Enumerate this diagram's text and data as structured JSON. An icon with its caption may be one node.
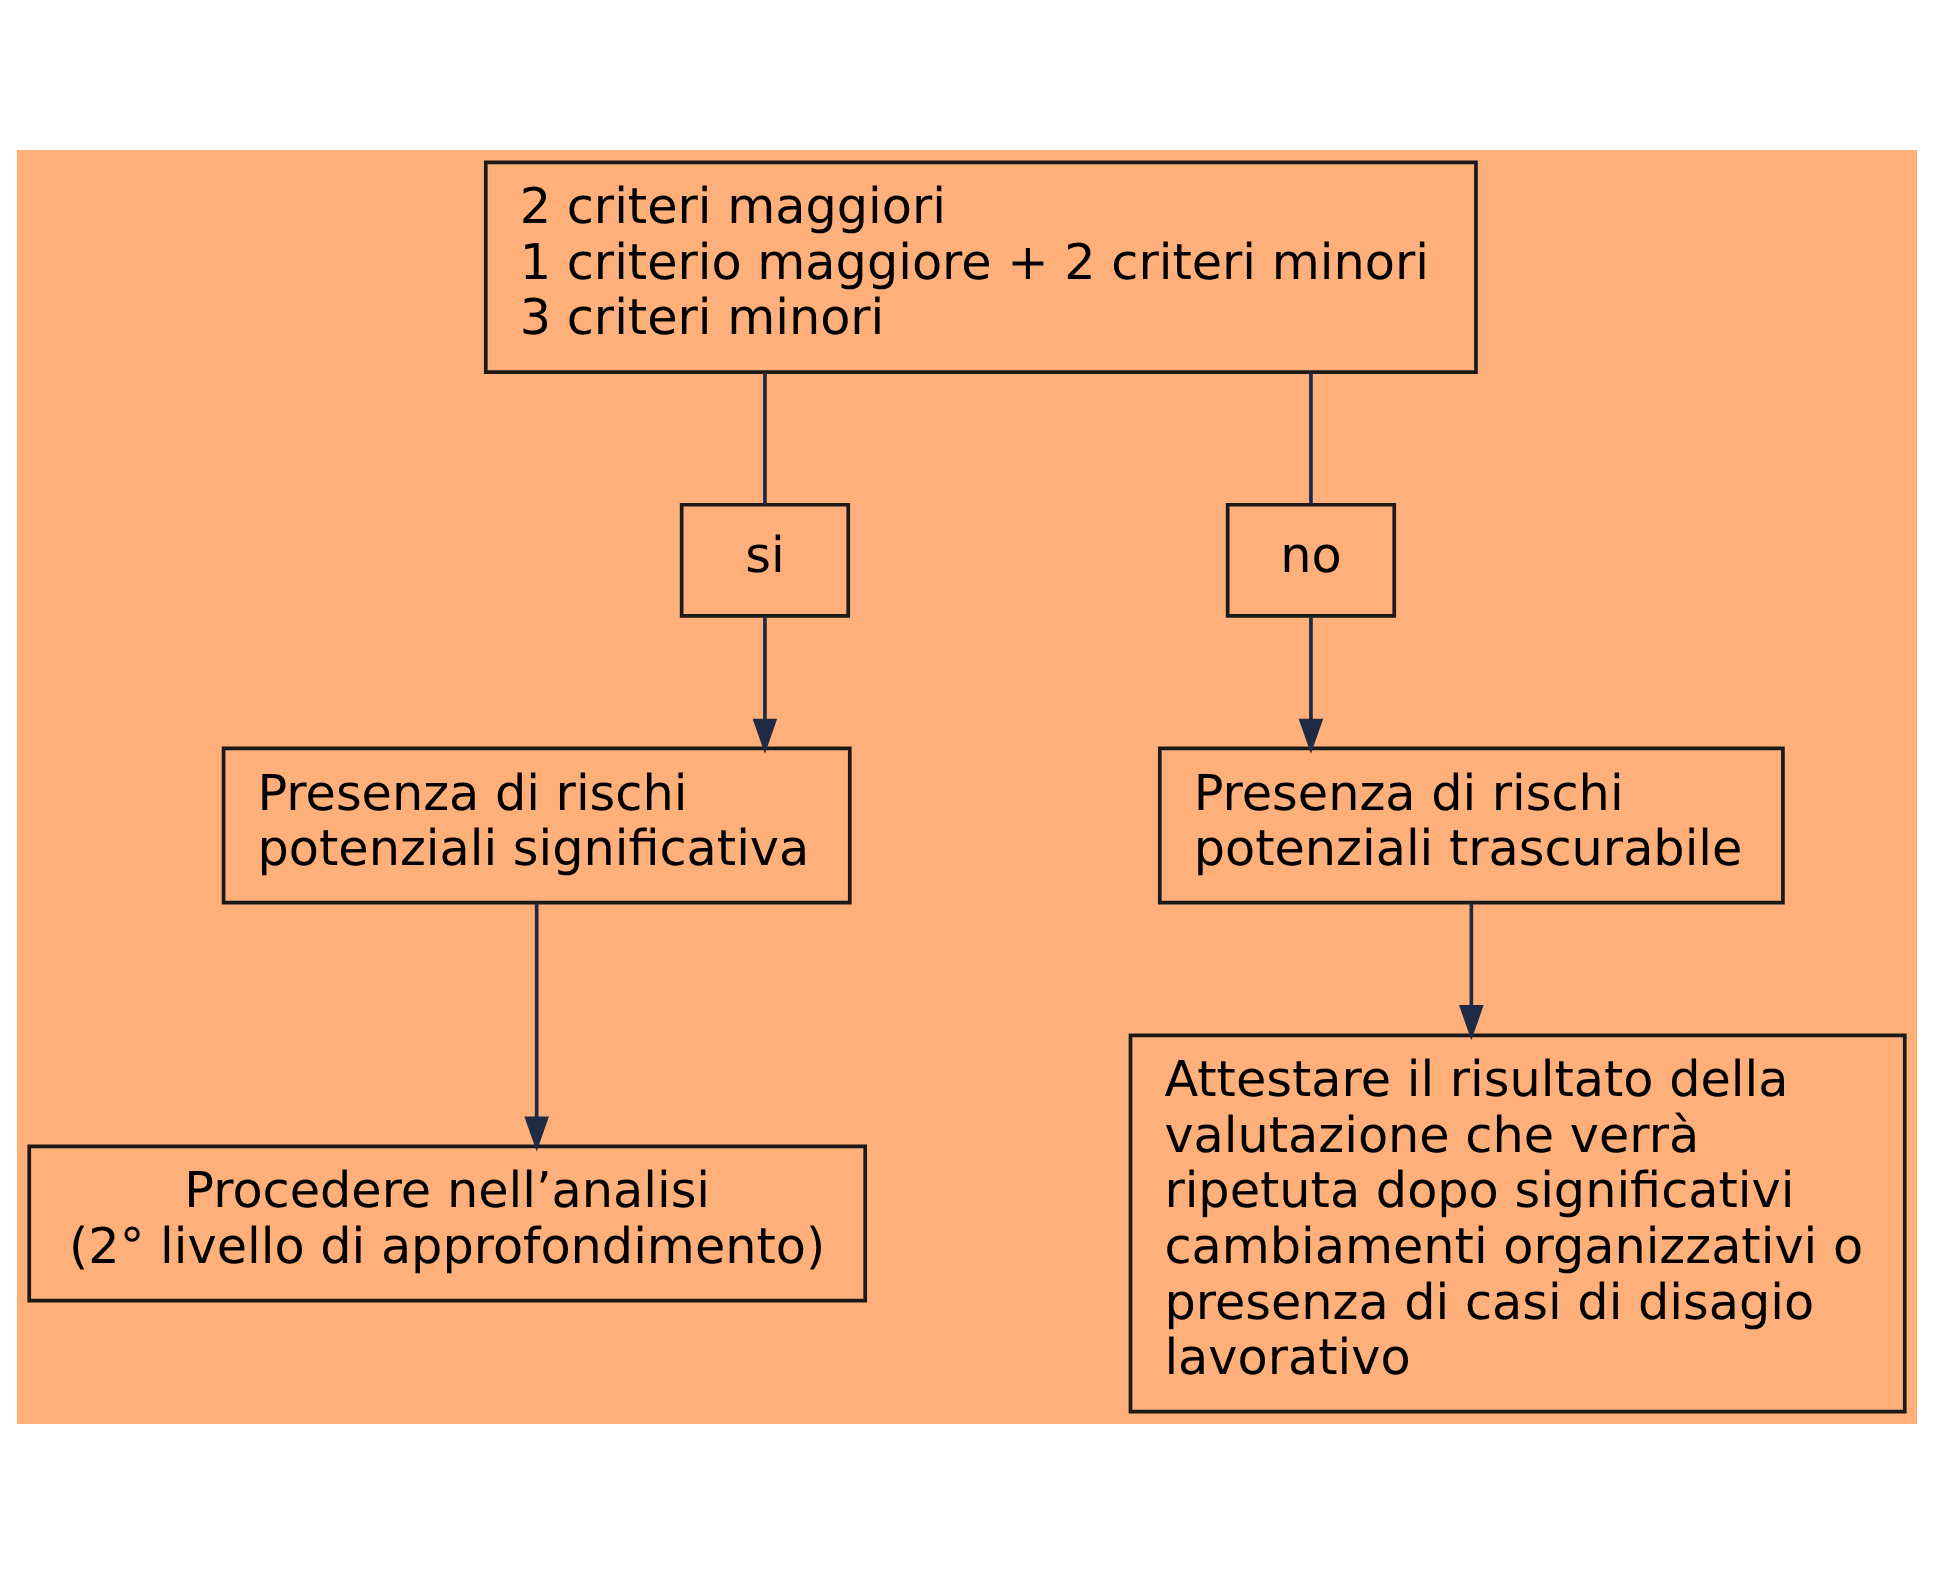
{
  "diagram": {
    "nodes": [
      {
        "text": [
          "2 criteri maggiori",
          "1 criterio maggiore + 2 criteri minori",
          "3 criteri minori"
        ]
      },
      {
        "text": [
          "si"
        ]
      },
      {
        "text": [
          "no"
        ]
      },
      {
        "text": [
          "Presenza di rischi potenziali significativa"
        ]
      },
      {
        "text": [
          "Procedere nell’analisi",
          "(2° livello di approfondimento)"
        ]
      },
      {
        "text": [
          "Presenza di rischi potenziali trascurabile"
        ]
      },
      {
        "text": [
          "Attestare il risultato della valutazione che verrà ripetuta dopo significativi cambiamenti organizzativi o presenza di casi di disagio lavorativo"
        ]
      }
    ],
    "edges": [
      {
        "from": 0,
        "to": 1,
        "arrow": "none"
      },
      {
        "from": 0,
        "to": 2,
        "arrow": "none"
      },
      {
        "from": 1,
        "to": 3,
        "arrow": "to"
      },
      {
        "from": 2,
        "to": 5,
        "arrow": "to"
      },
      {
        "from": 3,
        "to": 4,
        "arrow": "to"
      },
      {
        "from": 5,
        "to": 6,
        "arrow": "to"
      }
    ]
  }
}
